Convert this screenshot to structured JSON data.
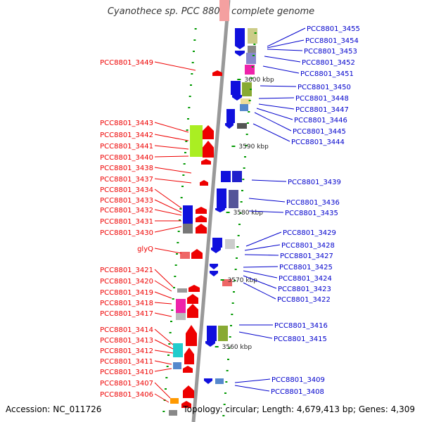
{
  "title": "Cyanothece sp. PCC 8801, complete genome",
  "footer": {
    "accession": "Accession: NC_011726",
    "stats": "Topology: circular; Length: 4,679,413 bp; Genes: 4,309"
  },
  "colors": {
    "left_label": "#ee0000",
    "right_label": "#0000cc",
    "backbone": "#888888",
    "tick": "#009900"
  },
  "ticks": [
    "3600 kbp",
    "3590 kbp",
    "3580 kbp",
    "3570 kbp",
    "3560 kbp"
  ],
  "left_labels": [
    "PCC8801_3449",
    "PCC8801_3443",
    "PCC8801_3442",
    "PCC8801_3441",
    "PCC8801_3440",
    "PCC8801_3438",
    "PCC8801_3437",
    "PCC8801_3434",
    "PCC8801_3433",
    "PCC8801_3432",
    "PCC8801_3431",
    "PCC8801_3430",
    "glyQ",
    "PCC8801_3421",
    "PCC8801_3420",
    "PCC8801_3419",
    "PCC8801_3418",
    "PCC8801_3417",
    "PCC8801_3414",
    "PCC8801_3413",
    "PCC8801_3412",
    "PCC8801_3411",
    "PCC8801_3410",
    "PCC8801_3407",
    "PCC8801_3406"
  ],
  "right_labels": [
    "PCC8801_3455",
    "PCC8801_3454",
    "PCC8801_3453",
    "PCC8801_3452",
    "PCC8801_3451",
    "PCC8801_3450",
    "PCC8801_3448",
    "PCC8801_3447",
    "PCC8801_3446",
    "PCC8801_3445",
    "PCC8801_3444",
    "PCC8801_3439",
    "PCC8801_3436",
    "PCC8801_3435",
    "PCC8801_3429",
    "PCC8801_3428",
    "PCC8801_3427",
    "PCC8801_3425",
    "PCC8801_3424",
    "PCC8801_3423",
    "PCC8801_3422",
    "PCC8801_3416",
    "PCC8801_3415",
    "PCC8801_3409",
    "PCC8801_3408"
  ]
}
